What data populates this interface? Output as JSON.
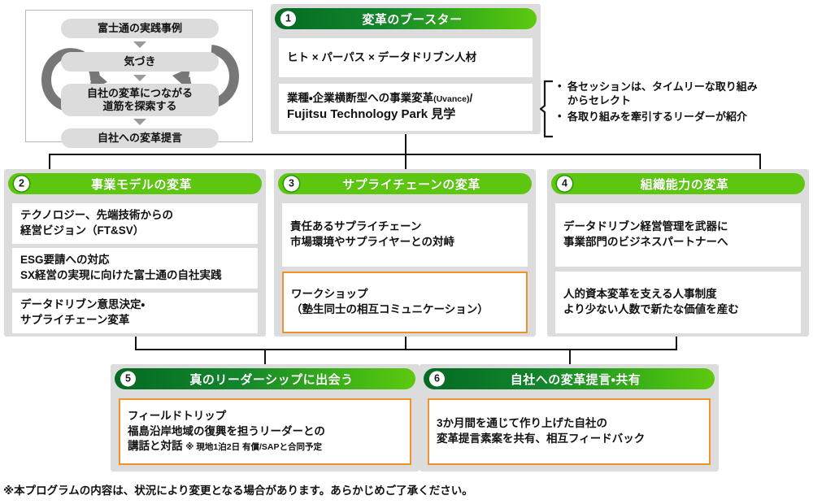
{
  "cycle": {
    "steps": [
      {
        "label": "富士通の実践事例"
      },
      {
        "label": "気づき"
      },
      {
        "label_line1": "自社の変革につながる",
        "label_line2": "道筋を探索する"
      },
      {
        "label": "自社への変革提言"
      }
    ]
  },
  "sections": [
    {
      "number": "1",
      "title": "変革のブースター",
      "cards": [
        {
          "lines": [
            "ヒト × パーパス × データドリブン人材"
          ]
        },
        {
          "line1_main": "業種・企業横断型への事業変革",
          "line1_sup": "(Uvance)",
          "line1_tail": "/",
          "line2": "Fujitsu Technology Park 見学"
        }
      ]
    },
    {
      "number": "2",
      "title": "事業モデルの変革",
      "cards": [
        {
          "lines": [
            "テクノロジー、先端技術からの",
            "経営ビジョン（FT&SV）"
          ]
        },
        {
          "lines": [
            "ESG要請への対応",
            "SX経営の実現に向けた富士通の自社実践"
          ]
        },
        {
          "lines": [
            "データドリブン意思決定・",
            "サプライチェーン変革"
          ]
        }
      ]
    },
    {
      "number": "3",
      "title": "サプライチェーンの変革",
      "cards": [
        {
          "lines": [
            "責任あるサプライチェーン",
            "市場環境やサプライヤーとの対峙"
          ]
        },
        {
          "lines": [
            "ワークショップ",
            "（塾生同士の相互コミュニケーション）"
          ],
          "orange": true
        }
      ]
    },
    {
      "number": "4",
      "title": "組織能力の変革",
      "cards": [
        {
          "lines": [
            "データドリブン経営管理を武器に",
            "事業部門のビジネスパートナーへ"
          ]
        },
        {
          "lines": [
            "人的資本変革を支える人事制度",
            "より少ない人数で新たな価値を産む"
          ]
        }
      ]
    },
    {
      "number": "5",
      "title": "真のリーダーシップに出会う",
      "cards": [
        {
          "lines": [
            "フィールドトリップ",
            "福島沿岸地域の復興を担うリーダーとの"
          ],
          "line3_main": "講話と対話",
          "line3_note": "※ 現地1泊2日 有償/SAPと合同予定",
          "orange": true
        }
      ]
    },
    {
      "number": "6",
      "title": "自社への変革提言・共有",
      "cards": [
        {
          "lines": [
            "3か月間を通じて作り上げた自社の",
            "変革提言素案を共有、相互フィードバック"
          ],
          "orange": true
        }
      ]
    }
  ],
  "callout": {
    "bullets": [
      "各セッションは、タイムリーな取り組み\nからセレクト",
      "各取り組みを牽引するリーダーが紹介"
    ],
    "bullet_lines": [
      [
        "各セッションは、タイムリーな取り組み",
        "からセレクト"
      ],
      [
        "各取り組みを牽引するリーダーが紹介"
      ]
    ]
  },
  "footer": {
    "note": "※本プログラムの内容は、状況により変更となる場合があります。あらかじめご了承ください。"
  },
  "colors": {
    "green_bright": "#5cc70e",
    "green_dark": "#046a24",
    "orange": "#f0922b",
    "panel_gray": "#dcdcdc",
    "pill_gray": "#dcdcdc",
    "arrow_gray": "#777777"
  }
}
